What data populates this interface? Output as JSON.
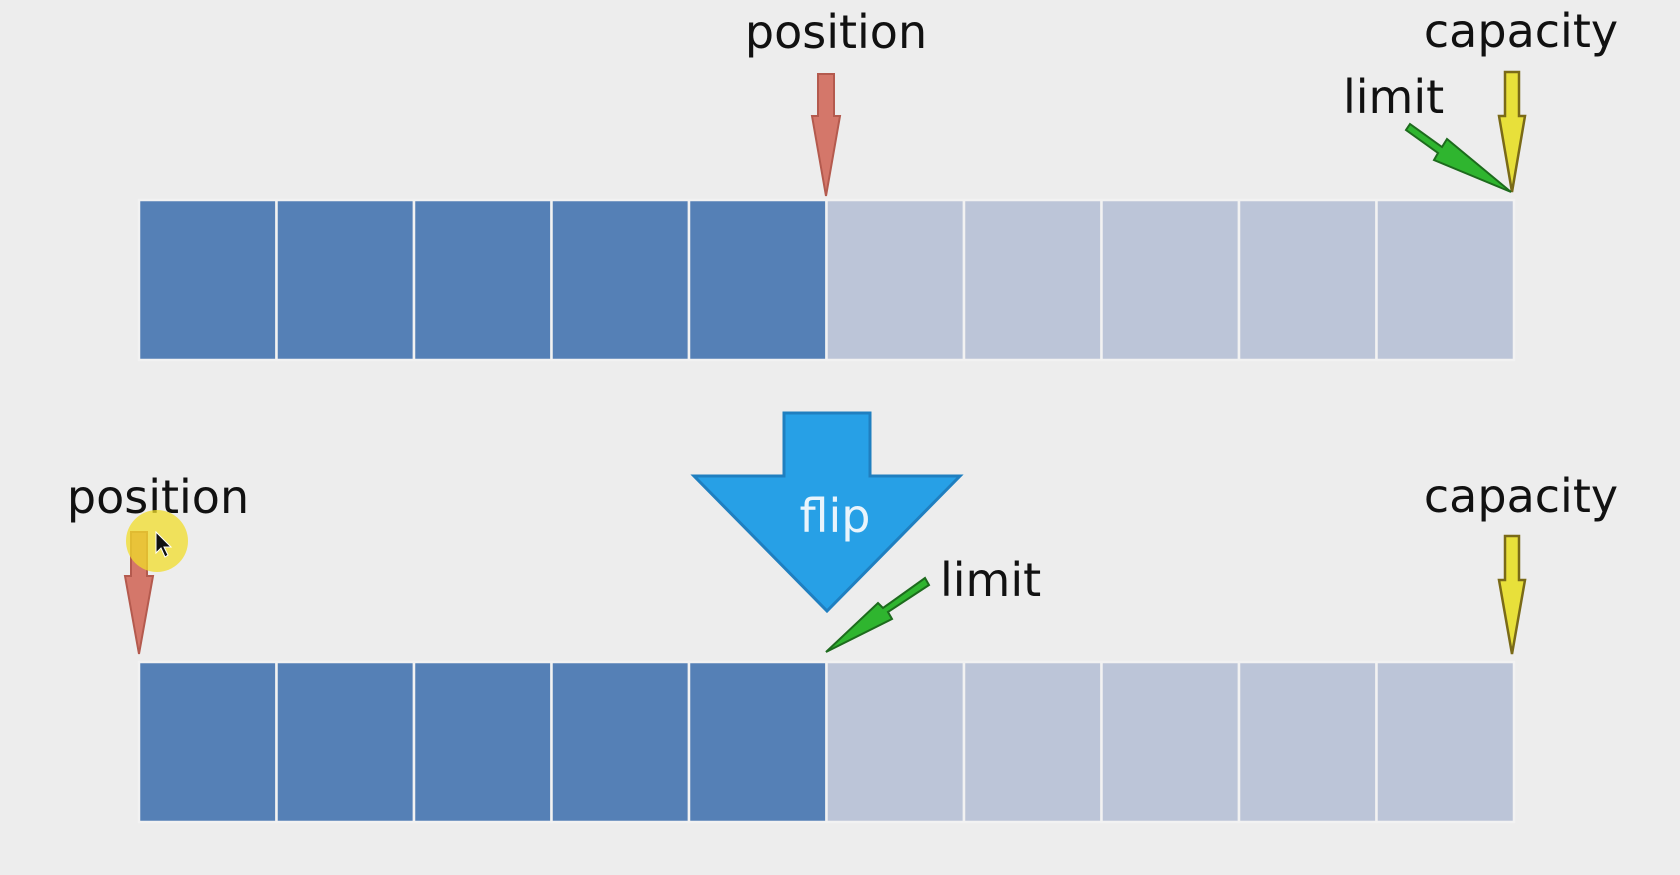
{
  "colors": {
    "background": "#ededed",
    "cell_filled": "#5580b6",
    "cell_empty": "#bcc5d8",
    "cell_divider": "#f2f2f2",
    "position_arrow": "#d4776a",
    "limit_arrow": "#2fb52f",
    "capacity_arrow": "#e8e03a",
    "flip_arrow": "#27a0e6",
    "cursor_highlight": "#f0dc2a"
  },
  "icons": {
    "flip": "down-arrow-icon",
    "position": "down-arrow-icon",
    "limit": "diagonal-arrow-icon",
    "capacity": "down-arrow-icon",
    "cursor": "mouse-cursor-icon"
  },
  "top": {
    "cells_total": 10,
    "cells_filled": 5,
    "labels": {
      "position": "position",
      "limit": "limit",
      "capacity": "capacity"
    }
  },
  "flip": {
    "label": "flip"
  },
  "bottom": {
    "cells_total": 10,
    "cells_filled": 5,
    "labels": {
      "position": "position",
      "limit": "limit",
      "capacity": "capacity"
    }
  }
}
